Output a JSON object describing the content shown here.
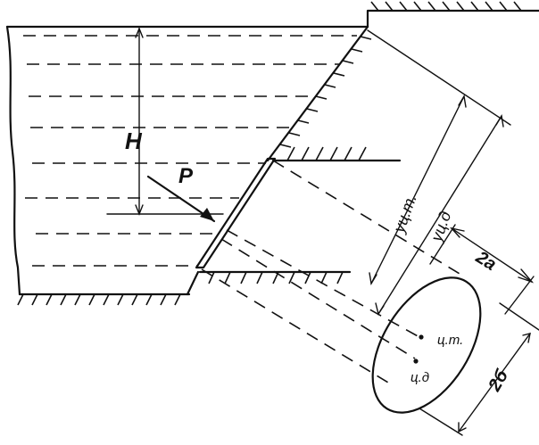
{
  "labels": {
    "depth": "H",
    "force": "P",
    "y_center_of_gravity": "yц.т.",
    "y_center_of_pressure": "yц.д",
    "semi_axis_a": "2a",
    "semi_axis_b": "2б",
    "center_of_gravity": "ц.т.",
    "center_of_pressure": "ц.д"
  }
}
